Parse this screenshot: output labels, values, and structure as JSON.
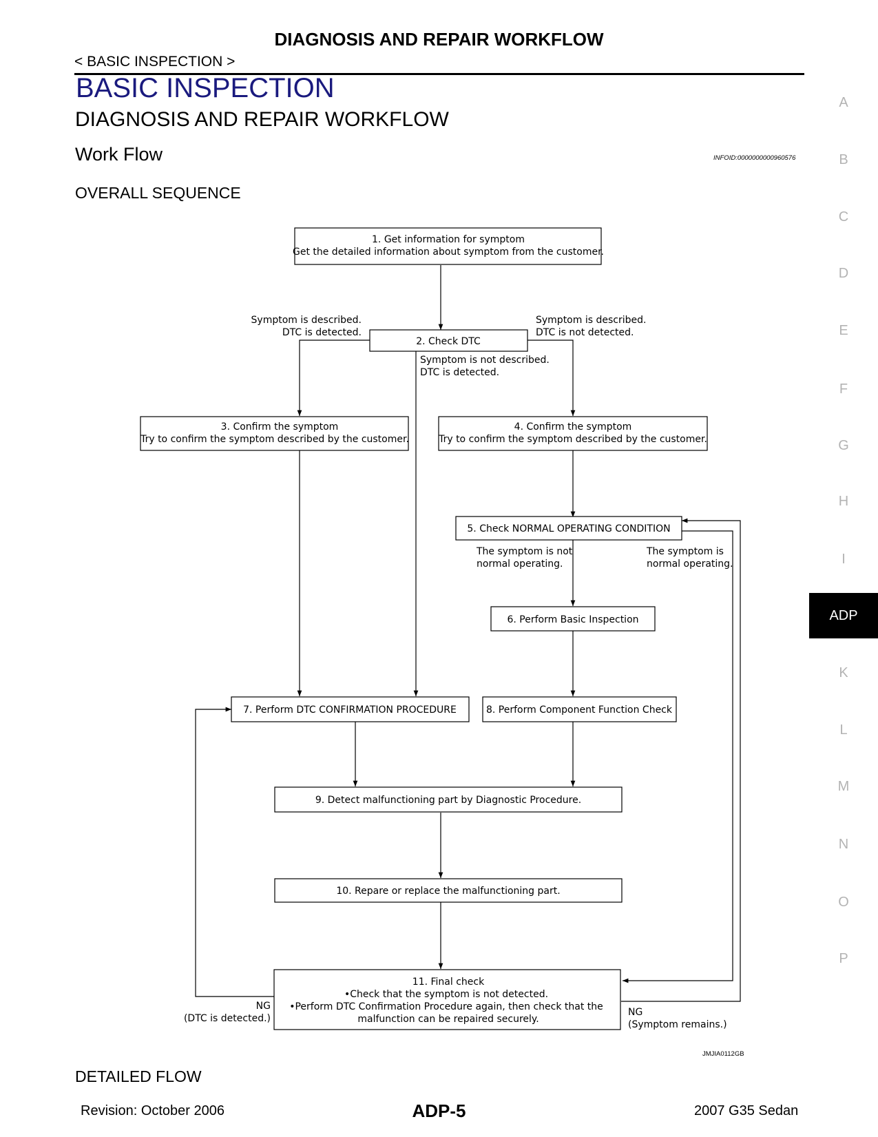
{
  "header": {
    "title": "DIAGNOSIS AND REPAIR WORKFLOW",
    "section_breadcrumb": "< BASIC INSPECTION >"
  },
  "section": {
    "title": "BASIC INSPECTION",
    "subtitle": "DIAGNOSIS AND REPAIR WORKFLOW"
  },
  "workflow": {
    "heading": "Work Flow",
    "info_id": "INFOID:0000000000960576",
    "overall_label": "OVERALL SEQUENCE",
    "detailed_label": "DETAILED FLOW",
    "figure_id": "JMJIA0112GB"
  },
  "flow": {
    "step1": {
      "line1": "1. Get information for symptom",
      "line2": "Get the detailed information about symptom from the customer."
    },
    "step2": {
      "line1": "2. Check DTC"
    },
    "step3": {
      "line1": "3. Confirm the symptom",
      "line2": "Try to confirm the symptom described by the customer."
    },
    "step4": {
      "line1": "4. Confirm the symptom",
      "line2": "Try to confirm the symptom described by the customer."
    },
    "step5": {
      "line1": "5. Check NORMAL OPERATING CONDITION"
    },
    "step6": {
      "line1": "6. Perform Basic Inspection"
    },
    "step7": {
      "line1": "7. Perform DTC CONFIRMATION PROCEDURE"
    },
    "step8": {
      "line1": "8. Perform Component Function Check"
    },
    "step9": {
      "line1": "9. Detect malfunctioning part by Diagnostic Procedure."
    },
    "step10": {
      "line1": "10. Repare or replace the malfunctioning part."
    },
    "step11": {
      "line1": "11. Final check",
      "line2": "•Check that the symptom is not detected.",
      "line3": "•Perform DTC Confirmation Procedure again, then check that the",
      "line4": "malfunction can be repaired securely."
    },
    "labels": {
      "left_top_1": "Symptom is described.",
      "left_top_2": "DTC is detected.",
      "right_top_1": "Symptom is described.",
      "right_top_2": "DTC is not detected.",
      "mid_1": "Symptom is not described.",
      "mid_2": "DTC is detected.",
      "not_normal_1": "The symptom is not",
      "not_normal_2": "normal operating.",
      "normal_1": "The symptom is",
      "normal_2": "normal operating.",
      "ng_left_1": "NG",
      "ng_left_2": "(DTC is detected.)",
      "ng_right_1": "NG",
      "ng_right_2": "(Symptom remains.)"
    }
  },
  "side_tabs": [
    "A",
    "B",
    "C",
    "D",
    "E",
    "F",
    "G",
    "H",
    "I",
    "ADP",
    "K",
    "L",
    "M",
    "N",
    "O",
    "P"
  ],
  "active_tab": "ADP",
  "footer": {
    "revision": "Revision: October  2006",
    "page": "ADP-5",
    "model": "2007 G35 Sedan"
  }
}
